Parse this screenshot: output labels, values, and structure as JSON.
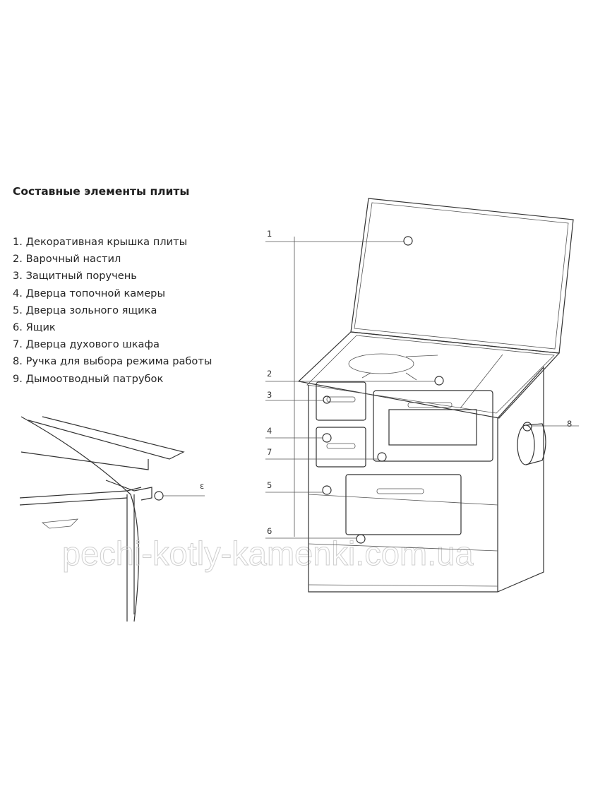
{
  "title": "Составные элементы плиты",
  "legend": [
    "1. Декоративная крышка плиты",
    "2. Варочный настил",
    "3. Защитный поручень",
    "4. Дверца топочной камеры",
    "5. Дверца зольного ящика",
    "6. Ящик",
    "7. Дверца духового шкафа",
    "8. Ручка для выбора режима работы",
    "9. Дымоотводный патрубок"
  ],
  "callouts": {
    "c1": "1",
    "c2": "2",
    "c3": "3",
    "c4": "4",
    "c5": "5",
    "c6": "6",
    "c7": "7",
    "c8": "8",
    "inset": "ε"
  },
  "watermark": "pechi-kotly-kamenki.com.ua"
}
